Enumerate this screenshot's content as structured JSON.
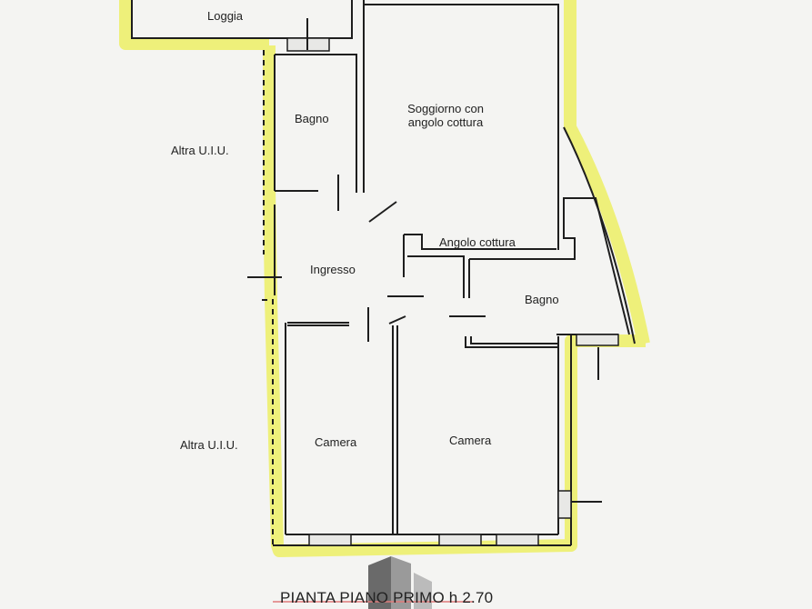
{
  "rooms": {
    "loggia": "Loggia",
    "bagno_1": "Bagno",
    "soggiorno_line1": "Soggiorno con",
    "soggiorno_line2": "angolo cottura",
    "angolo_cottura": "Angolo cottura",
    "ingresso": "Ingresso",
    "bagno_2": "Bagno",
    "camera_1": "Camera",
    "camera_2": "Camera"
  },
  "neighbors": {
    "upper": "Altra U.I.U.",
    "lower": "Altra U.I.U."
  },
  "title": "PIANTA PIANO PRIMO h 2.70",
  "colors": {
    "highlight": "#eef07a",
    "wall": "#1e1e1e",
    "background": "#f4f4f2"
  }
}
